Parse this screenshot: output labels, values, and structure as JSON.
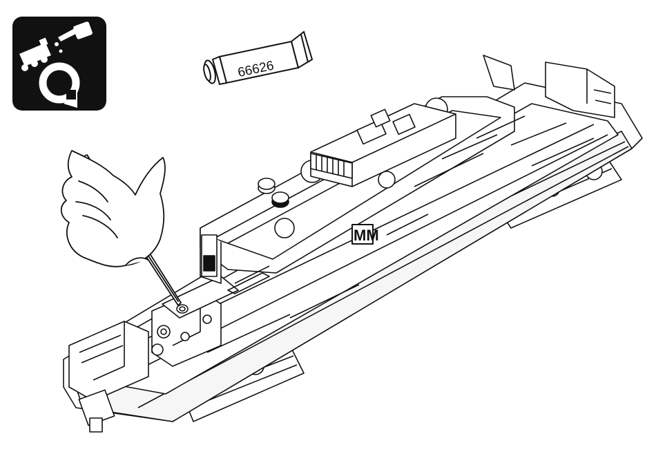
{
  "maintenance_icon": {
    "icon": "oiling-service-icon",
    "background_color": "#111111"
  },
  "lubricant_tube": {
    "label": "66626"
  },
  "chassis": {
    "logo": "MM",
    "line_color": "#111111"
  },
  "hand": {
    "tool": "oiling-needle"
  }
}
